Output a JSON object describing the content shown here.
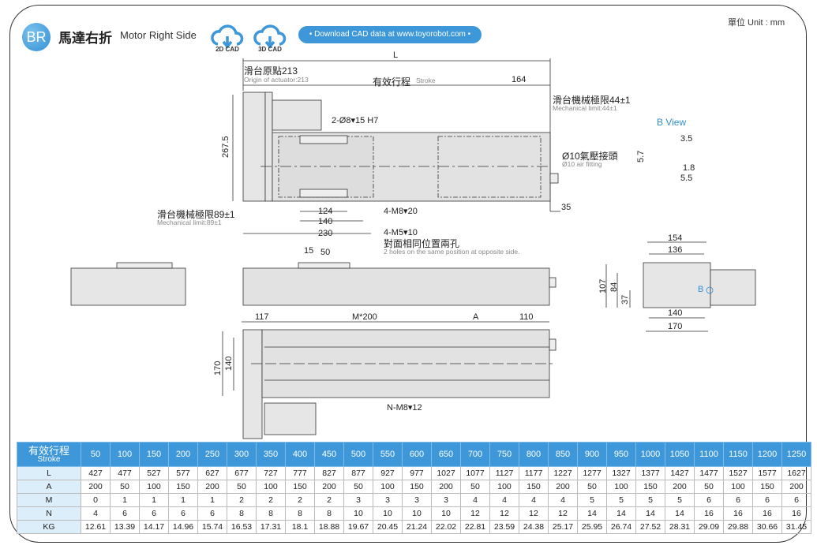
{
  "header": {
    "badge": "BR",
    "title_zh": "馬達右折",
    "title_en": "Motor Right Side",
    "cad_2d": "2D CAD",
    "cad_3d": "3D CAD",
    "download": "• Download CAD data at www.toyorobot.com •",
    "unit": "單位 Unit : mm"
  },
  "colors": {
    "accent": "#3d97d8",
    "light": "#dbeefa"
  },
  "top_view": {
    "L": "L",
    "origin_zh": "滑台原點213",
    "origin_en": "Origin of actuator:213",
    "stroke_zh": "有效行程",
    "stroke_en": "Stroke",
    "dim_164": "164",
    "mech_right_zh": "滑台機械極限44±1",
    "mech_right_en": "Mechanical limit:44±1",
    "hole_note": "2-Ø8▾15 H7",
    "height": "267.5",
    "air_zh": "Ø10氣壓接頭",
    "air_en": "Ø10 air fitting",
    "m8_note": "4-M8▾20",
    "dim_35": "35",
    "mech_left_zh": "滑台機械極限89±1",
    "mech_left_en": "Mechanical limit:89±1",
    "dim_124": "124",
    "dim_140": "140",
    "dim_230": "230"
  },
  "b_view": {
    "title": "B View",
    "d35": "3.5",
    "d57": "5.7",
    "d18": "1.8",
    "d55": "5.5"
  },
  "side_view": {
    "m5_note": "4-M5▾10",
    "m5_zh": "對面相同位置兩孔",
    "m5_en": "2 holes on the same position at opposite side.",
    "d15": "15",
    "d50": "50"
  },
  "end_view": {
    "d154": "154",
    "d136": "136",
    "d107": "107",
    "d84": "84",
    "d37": "37",
    "d140": "140",
    "d170": "170",
    "b": "B"
  },
  "bottom_view": {
    "d117": "117",
    "m200": "M*200",
    "a": "A",
    "d110": "110",
    "d170": "170",
    "d140": "140",
    "n_note": "N-M8▾12"
  },
  "table": {
    "header_zh": "有效行程",
    "header_en": "Stroke",
    "strokes": [
      "50",
      "100",
      "150",
      "200",
      "250",
      "300",
      "350",
      "400",
      "450",
      "500",
      "550",
      "600",
      "650",
      "700",
      "750",
      "800",
      "850",
      "900",
      "950",
      "1000",
      "1050",
      "1100",
      "1150",
      "1200",
      "1250"
    ],
    "rows": [
      {
        "label": "L",
        "values": [
          "427",
          "477",
          "527",
          "577",
          "627",
          "677",
          "727",
          "777",
          "827",
          "877",
          "927",
          "977",
          "1027",
          "1077",
          "1127",
          "1177",
          "1227",
          "1277",
          "1327",
          "1377",
          "1427",
          "1477",
          "1527",
          "1577",
          "1627"
        ]
      },
      {
        "label": "A",
        "values": [
          "200",
          "50",
          "100",
          "150",
          "200",
          "50",
          "100",
          "150",
          "200",
          "50",
          "100",
          "150",
          "200",
          "50",
          "100",
          "150",
          "200",
          "50",
          "100",
          "150",
          "200",
          "50",
          "100",
          "150",
          "200"
        ]
      },
      {
        "label": "M",
        "values": [
          "0",
          "1",
          "1",
          "1",
          "1",
          "2",
          "2",
          "2",
          "2",
          "3",
          "3",
          "3",
          "3",
          "4",
          "4",
          "4",
          "4",
          "5",
          "5",
          "5",
          "5",
          "6",
          "6",
          "6",
          "6"
        ]
      },
      {
        "label": "N",
        "values": [
          "4",
          "6",
          "6",
          "6",
          "6",
          "8",
          "8",
          "8",
          "8",
          "10",
          "10",
          "10",
          "10",
          "12",
          "12",
          "12",
          "12",
          "14",
          "14",
          "14",
          "14",
          "16",
          "16",
          "16",
          "16"
        ]
      },
      {
        "label": "KG",
        "values": [
          "12.61",
          "13.39",
          "14.17",
          "14.96",
          "15.74",
          "16.53",
          "17.31",
          "18.1",
          "18.88",
          "19.67",
          "20.45",
          "21.24",
          "22.02",
          "22.81",
          "23.59",
          "24.38",
          "25.17",
          "25.95",
          "26.74",
          "27.52",
          "28.31",
          "29.09",
          "29.88",
          "30.66",
          "31.45"
        ]
      }
    ]
  }
}
